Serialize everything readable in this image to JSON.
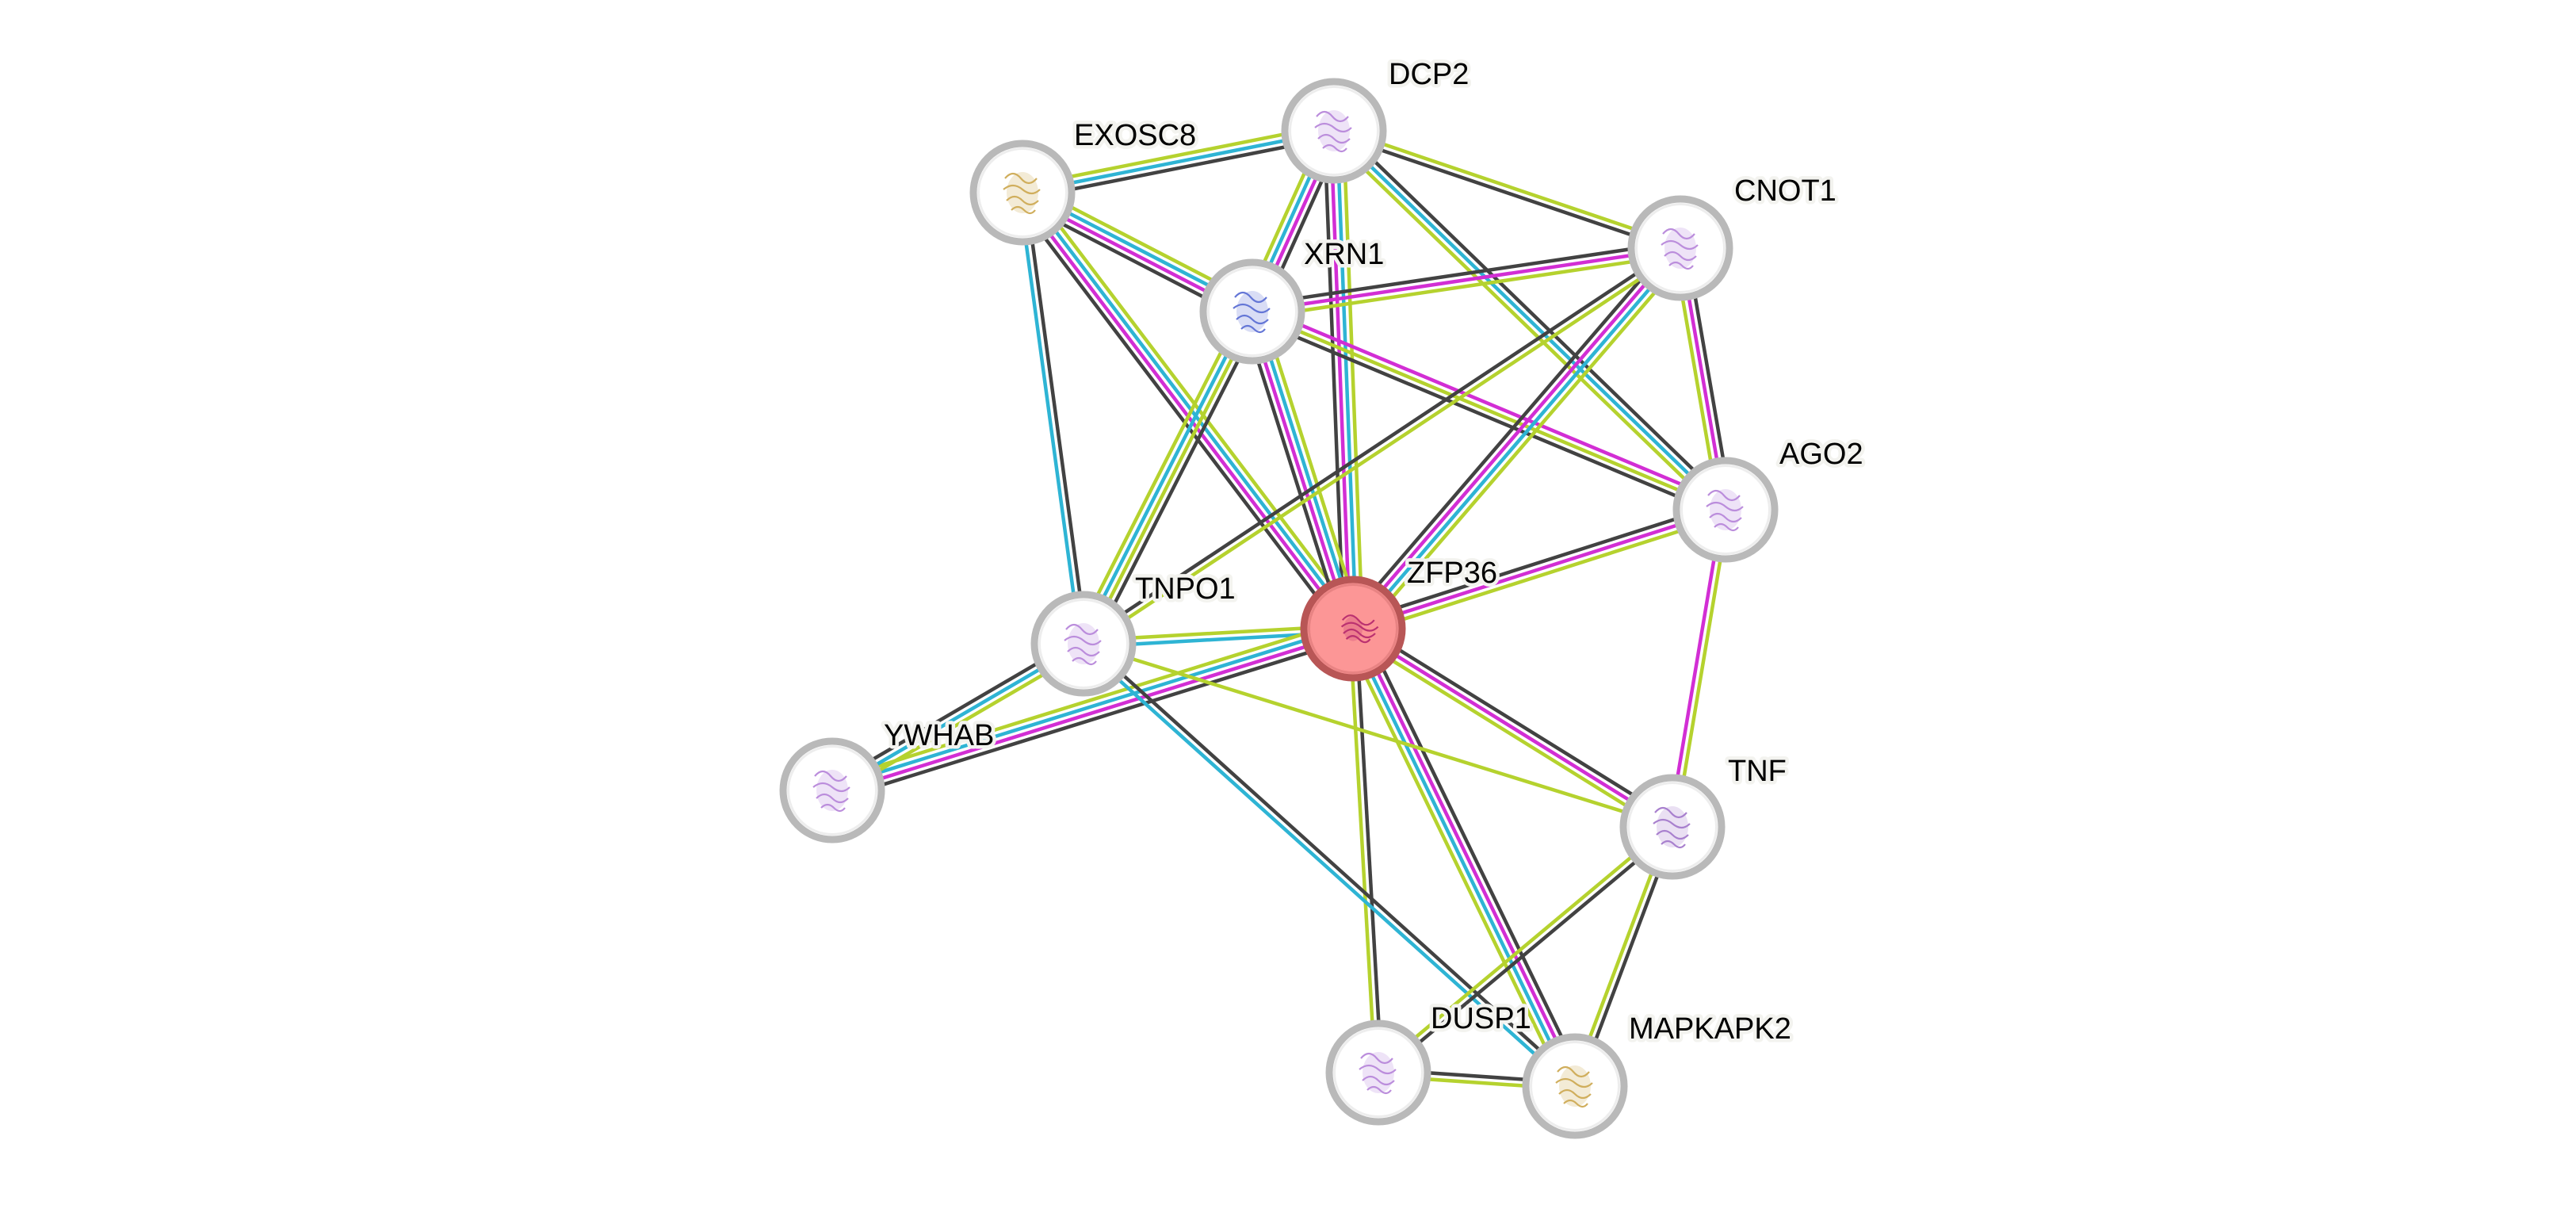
{
  "title": "STRING protein interaction network",
  "colors": {
    "lime": "#b5d22e",
    "cyan": "#2eb4d4",
    "magenta": "#d22ed4",
    "dark": "#424242",
    "node_ring": "#b9b9b9",
    "node_fill": "#ffffff",
    "query_fill": "#fc9696",
    "query_ring": "#b85656",
    "label_halo": "#f3f3ef"
  },
  "nodes": [
    {
      "id": "DCP2",
      "label": "DCP2",
      "query": false,
      "structure_color": "#b07ad6"
    },
    {
      "id": "EXOSC8",
      "label": "EXOSC8",
      "query": false,
      "structure_color": "#c8a040"
    },
    {
      "id": "CNOT1",
      "label": "CNOT1",
      "query": false,
      "structure_color": "#b07ad6"
    },
    {
      "id": "XRN1",
      "label": "XRN1",
      "query": false,
      "structure_color": "#4a5fd0"
    },
    {
      "id": "AGO2",
      "label": "AGO2",
      "query": false,
      "structure_color": "#b07ad6"
    },
    {
      "id": "ZFP36",
      "label": "ZFP36",
      "query": true,
      "structure_color": "#b0206a"
    },
    {
      "id": "TNPO1",
      "label": "TNPO1",
      "query": false,
      "structure_color": "#b07ad6"
    },
    {
      "id": "YWHAB",
      "label": "YWHAB",
      "query": false,
      "structure_color": "#b07ad6"
    },
    {
      "id": "TNF",
      "label": "TNF",
      "query": false,
      "structure_color": "#9a6ac6"
    },
    {
      "id": "DUSP1",
      "label": "DUSP1",
      "query": false,
      "structure_color": "#b07ad6"
    },
    {
      "id": "MAPKAPK2",
      "label": "MAPKAPK2",
      "query": false,
      "structure_color": "#c8a040"
    }
  ],
  "edges": [
    {
      "source": "EXOSC8",
      "target": "DCP2",
      "evidence": [
        "lime",
        "cyan",
        "dark"
      ]
    },
    {
      "source": "EXOSC8",
      "target": "XRN1",
      "evidence": [
        "lime",
        "cyan",
        "magenta",
        "dark"
      ]
    },
    {
      "source": "EXOSC8",
      "target": "ZFP36",
      "evidence": [
        "lime",
        "cyan",
        "magenta",
        "dark"
      ]
    },
    {
      "source": "EXOSC8",
      "target": "TNPO1",
      "evidence": [
        "dark",
        "cyan"
      ]
    },
    {
      "source": "DCP2",
      "target": "XRN1",
      "evidence": [
        "dark",
        "magenta",
        "cyan",
        "lime"
      ]
    },
    {
      "source": "DCP2",
      "target": "ZFP36",
      "evidence": [
        "lime",
        "cyan",
        "magenta",
        "dark"
      ]
    },
    {
      "source": "DCP2",
      "target": "CNOT1",
      "evidence": [
        "lime",
        "dark"
      ]
    },
    {
      "source": "DCP2",
      "target": "AGO2",
      "evidence": [
        "dark",
        "cyan",
        "lime"
      ]
    },
    {
      "source": "XRN1",
      "target": "CNOT1",
      "evidence": [
        "dark",
        "magenta",
        "lime"
      ]
    },
    {
      "source": "XRN1",
      "target": "AGO2",
      "evidence": [
        "magenta",
        "lime",
        "dark"
      ]
    },
    {
      "source": "XRN1",
      "target": "ZFP36",
      "evidence": [
        "lime",
        "cyan",
        "magenta",
        "dark"
      ]
    },
    {
      "source": "XRN1",
      "target": "TNPO1",
      "evidence": [
        "dark",
        "lime",
        "cyan",
        "lime"
      ]
    },
    {
      "source": "CNOT1",
      "target": "AGO2",
      "evidence": [
        "dark",
        "magenta",
        "lime"
      ]
    },
    {
      "source": "CNOT1",
      "target": "ZFP36",
      "evidence": [
        "lime",
        "cyan",
        "magenta",
        "dark"
      ]
    },
    {
      "source": "CNOT1",
      "target": "TNPO1",
      "evidence": [
        "lime",
        "dark"
      ]
    },
    {
      "source": "AGO2",
      "target": "ZFP36",
      "evidence": [
        "lime",
        "magenta",
        "dark"
      ]
    },
    {
      "source": "AGO2",
      "target": "TNF",
      "evidence": [
        "lime",
        "magenta"
      ]
    },
    {
      "source": "ZFP36",
      "target": "TNPO1",
      "evidence": [
        "cyan",
        "lime"
      ]
    },
    {
      "source": "ZFP36",
      "target": "YWHAB",
      "evidence": [
        "dark",
        "magenta",
        "cyan",
        "lime"
      ]
    },
    {
      "source": "ZFP36",
      "target": "TNF",
      "evidence": [
        "dark",
        "magenta",
        "lime"
      ]
    },
    {
      "source": "ZFP36",
      "target": "DUSP1",
      "evidence": [
        "dark",
        "lime"
      ]
    },
    {
      "source": "ZFP36",
      "target": "MAPKAPK2",
      "evidence": [
        "dark",
        "magenta",
        "cyan",
        "lime"
      ]
    },
    {
      "source": "TNPO1",
      "target": "YWHAB",
      "evidence": [
        "lime",
        "cyan",
        "dark"
      ]
    },
    {
      "source": "TNPO1",
      "target": "TNF",
      "evidence": [
        "lime"
      ]
    },
    {
      "source": "TNPO1",
      "target": "MAPKAPK2",
      "evidence": [
        "dark",
        "cyan"
      ]
    },
    {
      "source": "TNF",
      "target": "DUSP1",
      "evidence": [
        "dark",
        "lime"
      ]
    },
    {
      "source": "TNF",
      "target": "MAPKAPK2",
      "evidence": [
        "dark",
        "lime"
      ]
    },
    {
      "source": "DUSP1",
      "target": "MAPKAPK2",
      "evidence": [
        "dark",
        "lime"
      ]
    }
  ]
}
